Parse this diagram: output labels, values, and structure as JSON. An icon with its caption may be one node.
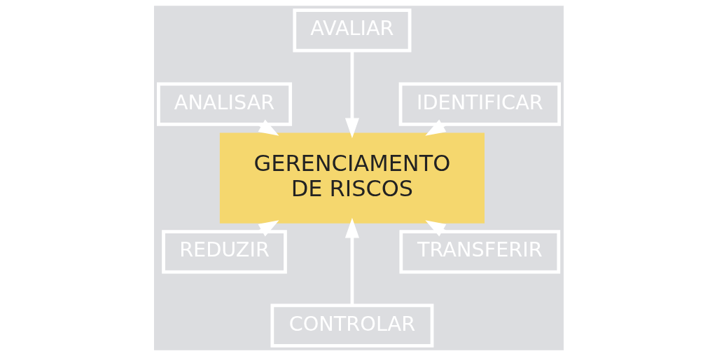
{
  "diagram": {
    "nodes": [
      {
        "text": [
          "IDENTIFICAR"
        ]
      },
      {
        "text": [
          "AVALIAR"
        ]
      },
      {
        "text": [
          "ANALISAR"
        ]
      },
      {
        "text": [
          "GERENCIAMENTO DE RISCOS"
        ]
      },
      {
        "text": [
          "REDUZIR"
        ]
      },
      {
        "text": [
          "CONTROLAR"
        ]
      },
      {
        "text": [
          "TRANSFERIR"
        ]
      }
    ],
    "edges": [
      {
        "from": 0,
        "to": 3,
        "arrow": "to"
      },
      {
        "from": 1,
        "to": 3,
        "arrow": "to"
      },
      {
        "from": 2,
        "to": 3,
        "arrow": "to"
      },
      {
        "from": 4,
        "to": 3,
        "arrow": "to"
      },
      {
        "from": 5,
        "to": 3,
        "arrow": "to"
      },
      {
        "from": 6,
        "to": 3,
        "arrow": "to"
      }
    ]
  }
}
